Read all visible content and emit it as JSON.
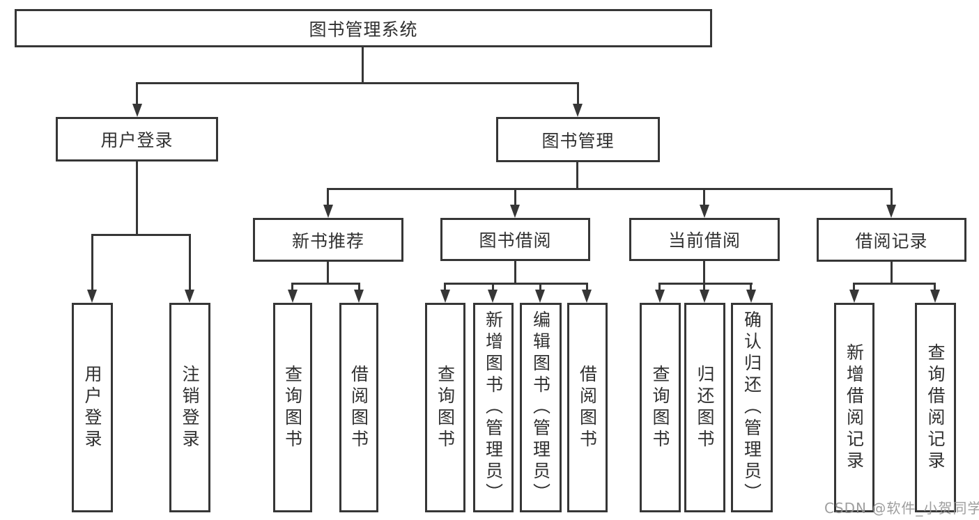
{
  "diagram": {
    "title": "图书管理系统",
    "nodes": {
      "root": "图书管理系统",
      "login": "用户登录",
      "manage": "图书管理",
      "new_books": "新书推荐",
      "borrow": "图书借阅",
      "current": "当前借阅",
      "records": "借阅记录",
      "leaves": {
        "login": [
          "用户登录",
          "注销登录"
        ],
        "new_books": [
          "查询图书",
          "借阅图书"
        ],
        "borrow": [
          "查询图书",
          "新增图书（管理员）",
          "编辑图书（管理员）",
          "借阅图书"
        ],
        "current": [
          "查询图书",
          "归还图书",
          "确认归还（管理员）"
        ],
        "records": [
          "新增借阅记录",
          "查询借阅记录"
        ]
      }
    },
    "watermark": "CSDN @软件_小贺同学",
    "colors": {
      "line": "#363636",
      "text": "#303030",
      "background": "#ffffff",
      "watermark": "#949494"
    }
  }
}
